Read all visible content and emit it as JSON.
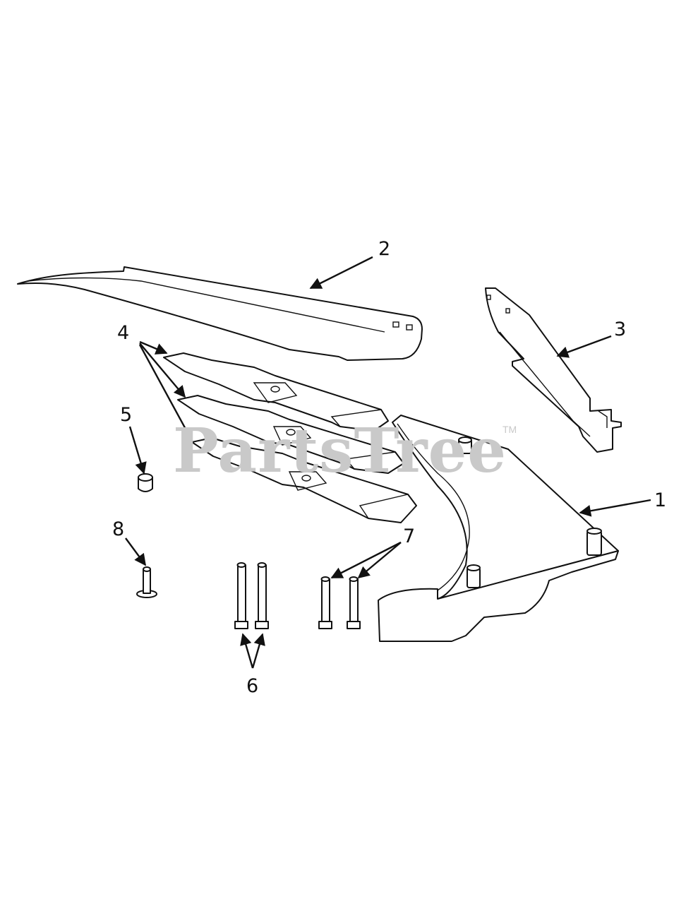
{
  "watermark": {
    "text": "PartsTree",
    "tm": "TM"
  },
  "callouts": [
    {
      "id": "1",
      "label": "1"
    },
    {
      "id": "2",
      "label": "2"
    },
    {
      "id": "3",
      "label": "3"
    },
    {
      "id": "4",
      "label": "4"
    },
    {
      "id": "5",
      "label": "5"
    },
    {
      "id": "6",
      "label": "6"
    },
    {
      "id": "7",
      "label": "7"
    },
    {
      "id": "8",
      "label": "8"
    }
  ]
}
